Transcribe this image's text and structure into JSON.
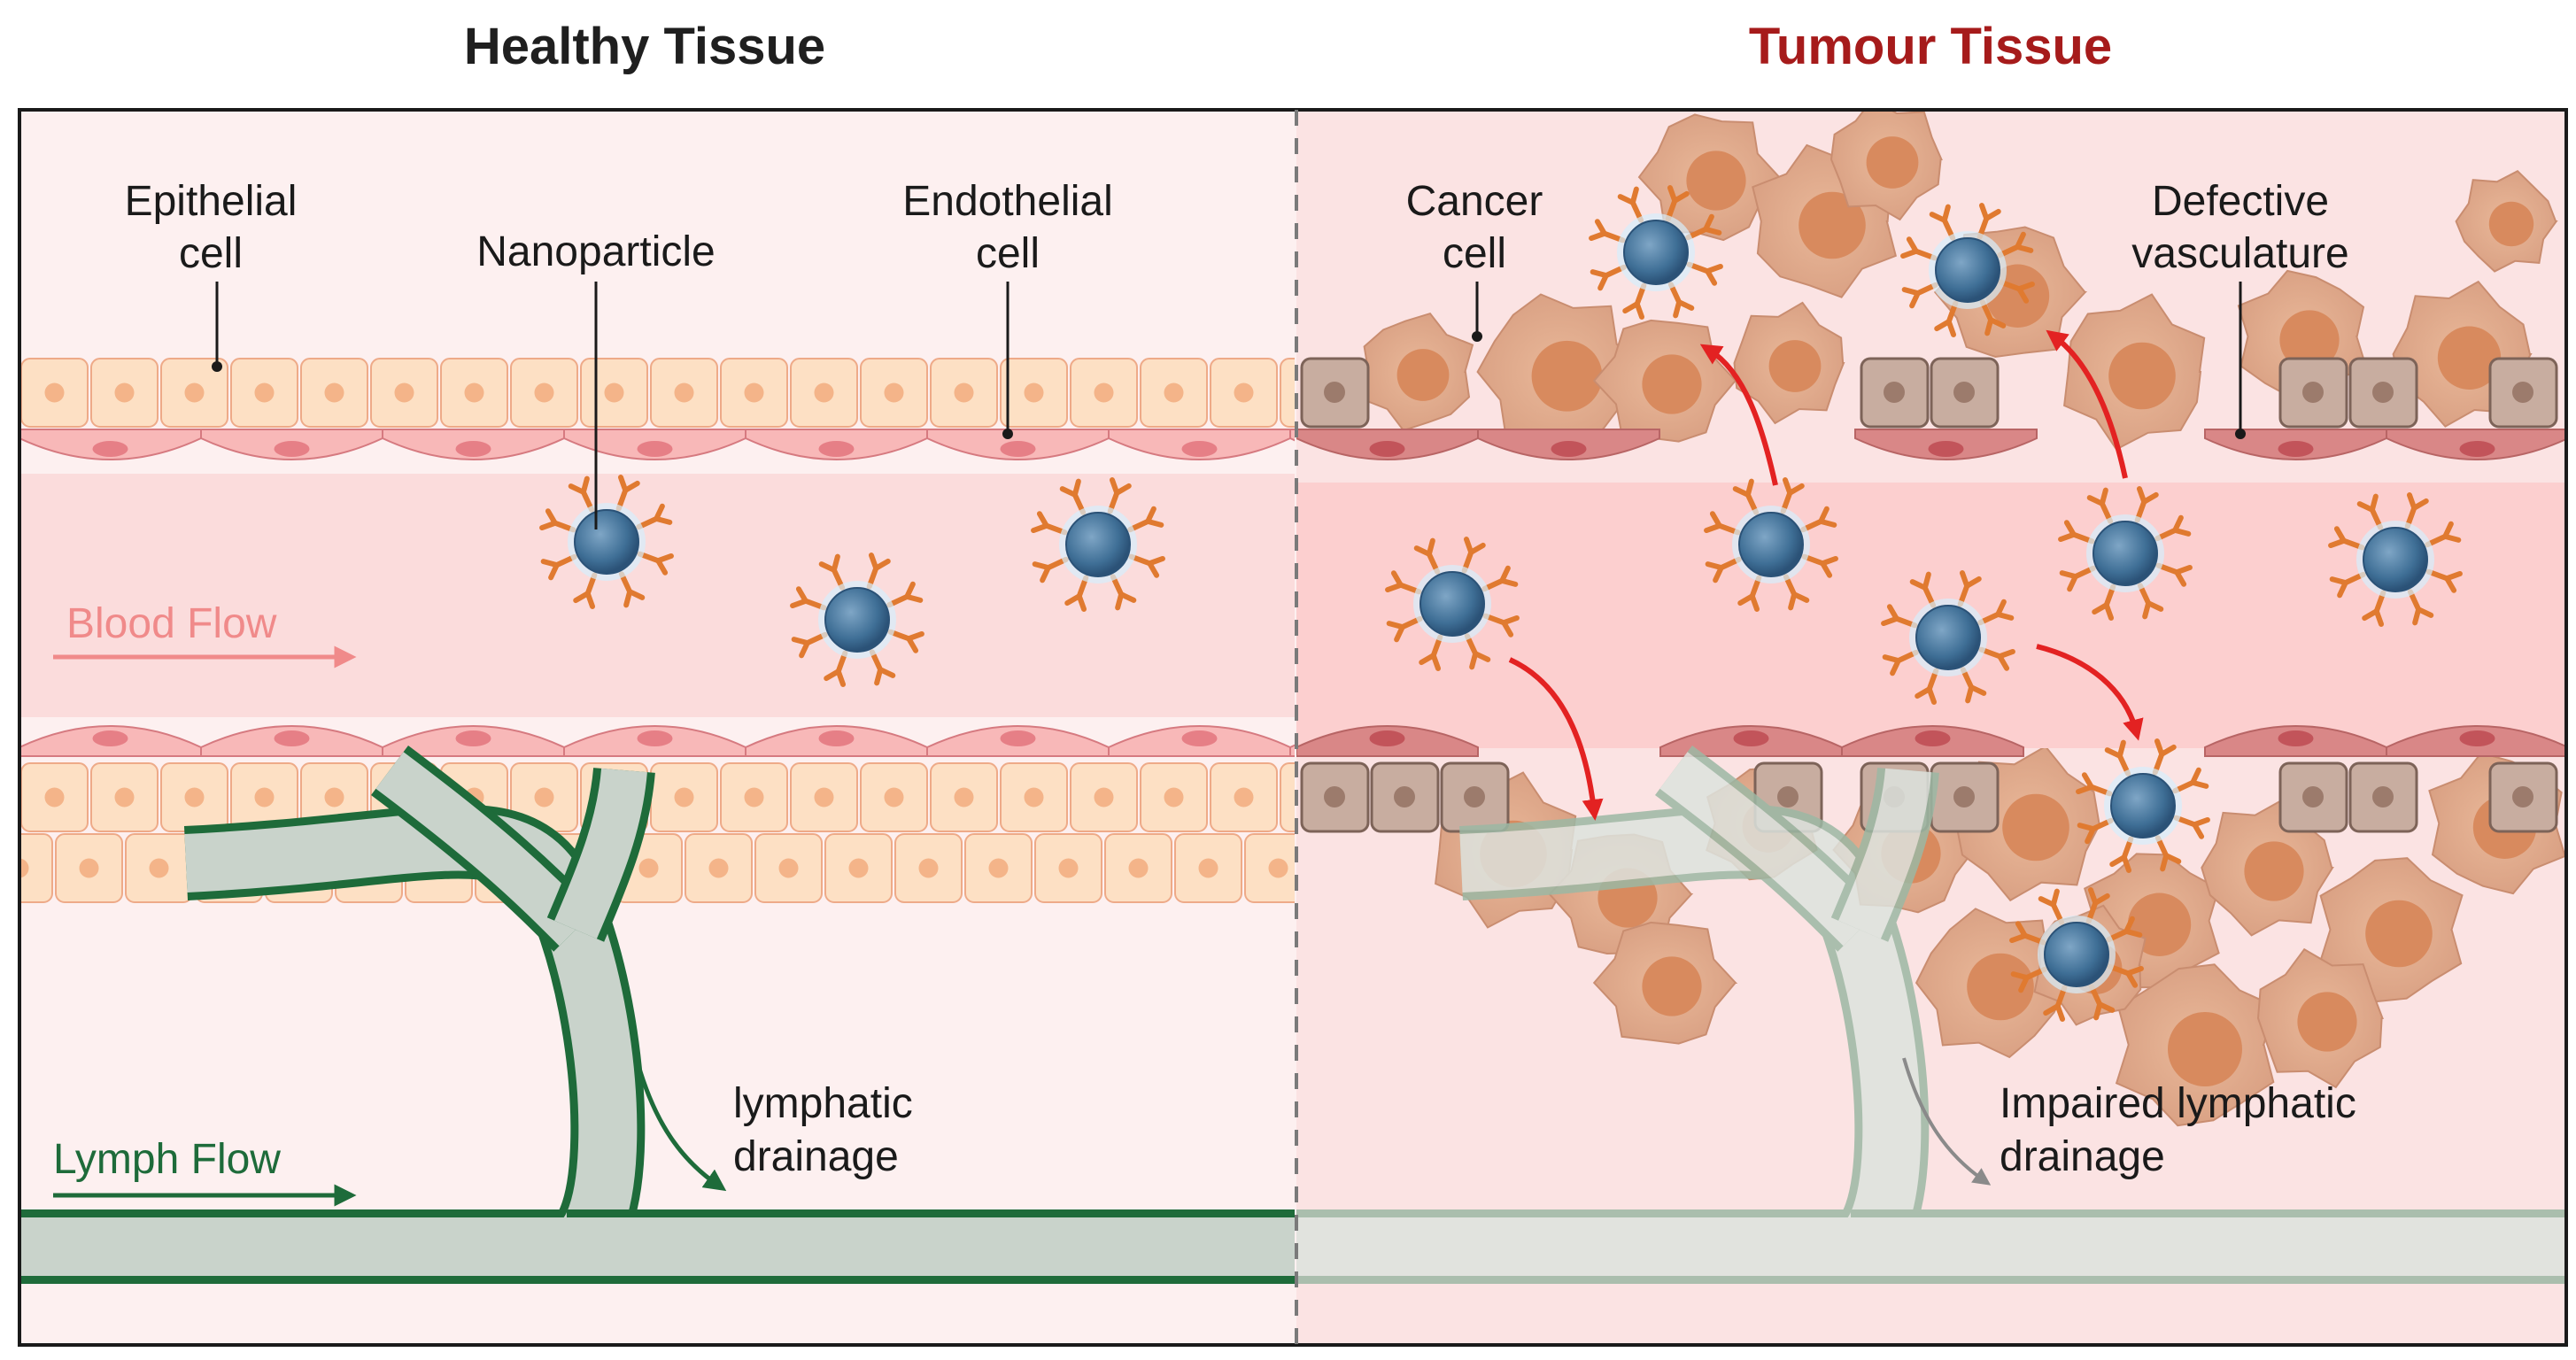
{
  "titles": {
    "healthy": "Healthy Tissue",
    "tumour": "Tumour Tissue"
  },
  "labels": {
    "epithelial_line1": "Epithelial",
    "epithelial_line2": "cell",
    "nanoparticle": "Nanoparticle",
    "endothelial_line1": "Endothelial",
    "endothelial_line2": "cell",
    "cancer_line1": "Cancer",
    "cancer_line2": "cell",
    "defective_line1": "Defective",
    "defective_line2": "vasculature",
    "blood_flow": "Blood Flow",
    "lymph_flow": "Lymph Flow",
    "lymphatic_line1": "lymphatic",
    "lymphatic_line2": "drainage",
    "impaired_line1": "Impaired lymphatic",
    "impaired_line2": "drainage"
  },
  "colors": {
    "healthy_title": "#1f1f1f",
    "tumour_title": "#a61b1b",
    "blood_flow": "#f08a8a",
    "lymph_flow": "#1e6b3a",
    "healthy_bg": "#fdf0f0",
    "tumour_bg": "#fbe3e3",
    "nanoparticle": "#3f6f96",
    "antibody": "#e07a30",
    "extravasation_arrow": "#e32222"
  },
  "icons": [
    "nanoparticle-icon",
    "epithelial-cell-icon",
    "endothelial-cell-icon",
    "cancer-cell-icon",
    "lymph-vessel-icon"
  ]
}
